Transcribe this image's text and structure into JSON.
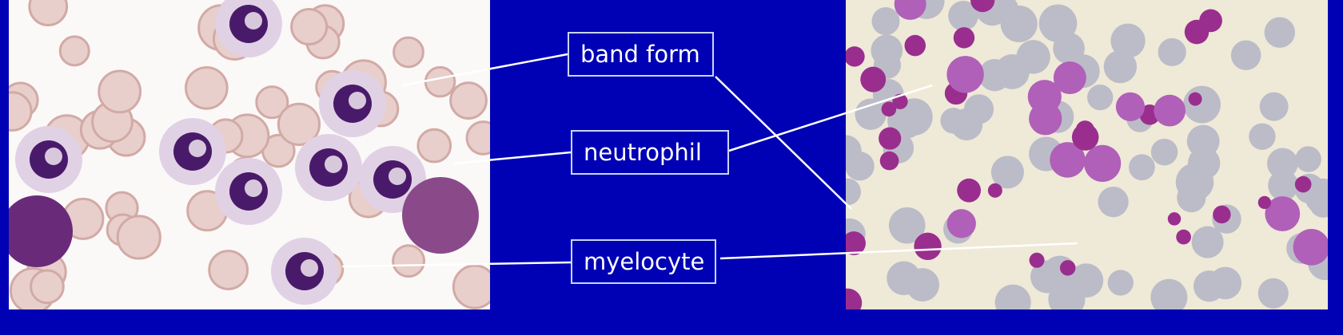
{
  "labels": {
    "band_form": "band form",
    "neutrophil": "neutrophil",
    "myelocyte": "myelocyte"
  },
  "colors": {
    "background": "#0000b4",
    "label_border": "#c8d4ff",
    "left_smear_background": "#fbf8f8",
    "right_smear_background": "#efe9d8"
  }
}
